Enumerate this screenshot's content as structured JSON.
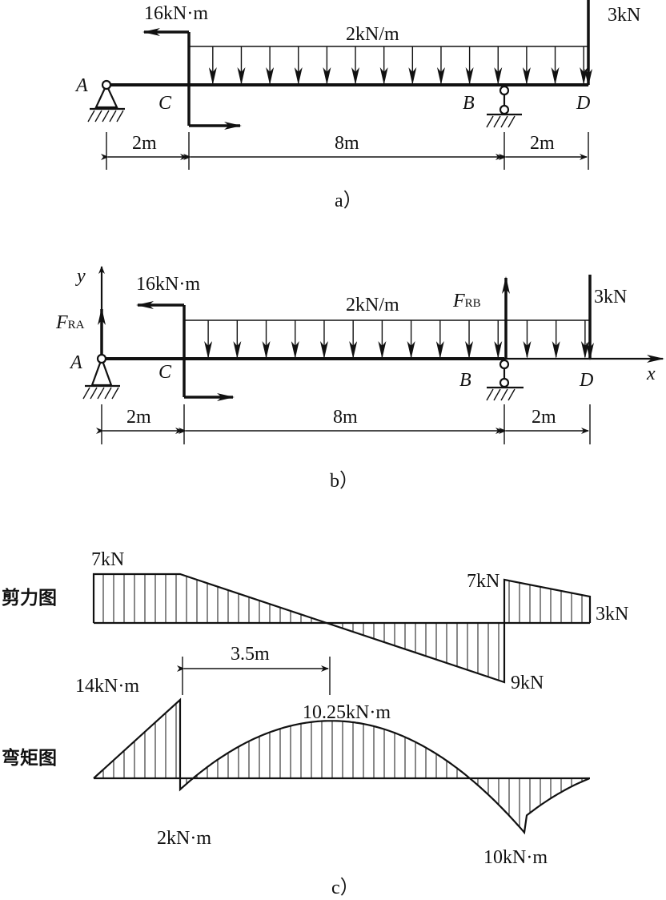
{
  "figure_a": {
    "moment": "16kN·m",
    "load": "2kN/m",
    "point_force": "3kN",
    "points": {
      "A": "A",
      "C": "C",
      "B": "B",
      "D": "D"
    },
    "dims": [
      "2m",
      "8m",
      "2m"
    ],
    "caption": "a）"
  },
  "figure_b": {
    "moment": "16kN·m",
    "load": "2kN/m",
    "point_force": "3kN",
    "reaction_a": "F",
    "reaction_a_sub": "RA",
    "reaction_b": "F",
    "reaction_b_sub": "RB",
    "axis_x": "x",
    "axis_y": "y",
    "points": {
      "A": "A",
      "C": "C",
      "B": "B",
      "D": "D"
    },
    "dims": [
      "2m",
      "8m",
      "2m"
    ],
    "caption": "b）"
  },
  "figure_c": {
    "shear_title": "剪力图",
    "moment_title": "弯矩图",
    "shear_labels": {
      "left": "7kN",
      "jump_top": "7kN",
      "right": "3kN",
      "bottom": "9kN"
    },
    "zero_dim": "3.5m",
    "moment_labels": {
      "c_left": "14kN·m",
      "max": "10.25kN·m",
      "c_right": "2kN·m",
      "b": "10kN·m"
    },
    "caption": "c）"
  }
}
